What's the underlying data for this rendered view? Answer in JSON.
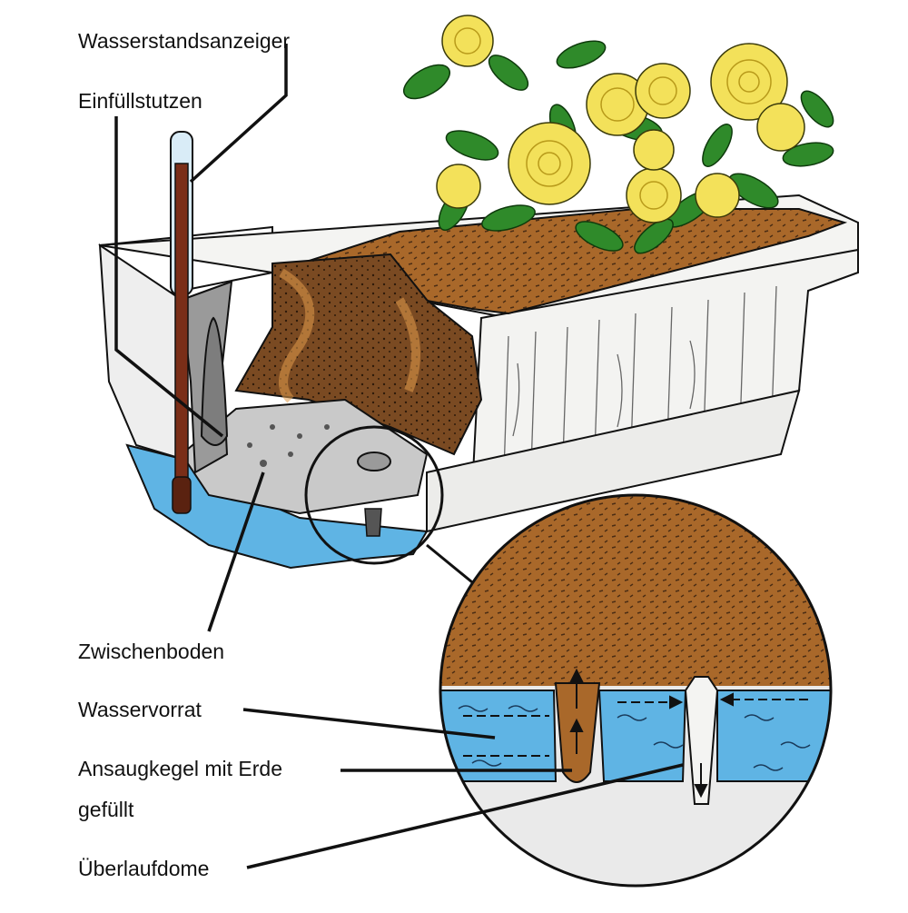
{
  "labels": {
    "water_level_indicator": "Wasserstandsanzeiger",
    "filler_neck": "Einfüllstutzen",
    "false_bottom": "Zwischenboden",
    "water_reservoir": "Wasservorrat",
    "suction_cone_line1": "Ansaugkegel mit Erde",
    "suction_cone_line2": "gefüllt",
    "overflow_dome": "Überlaufdome"
  },
  "colors": {
    "soil": "#a9682a",
    "soil_dark": "#6b4426",
    "water": "#5fb4e4",
    "water_light": "#9fd4f0",
    "planter": "#f3f3f1",
    "leaf": "#2f8a2a",
    "flower": "#f3e15a",
    "gauge": "#7a2e18",
    "line": "#111111"
  }
}
